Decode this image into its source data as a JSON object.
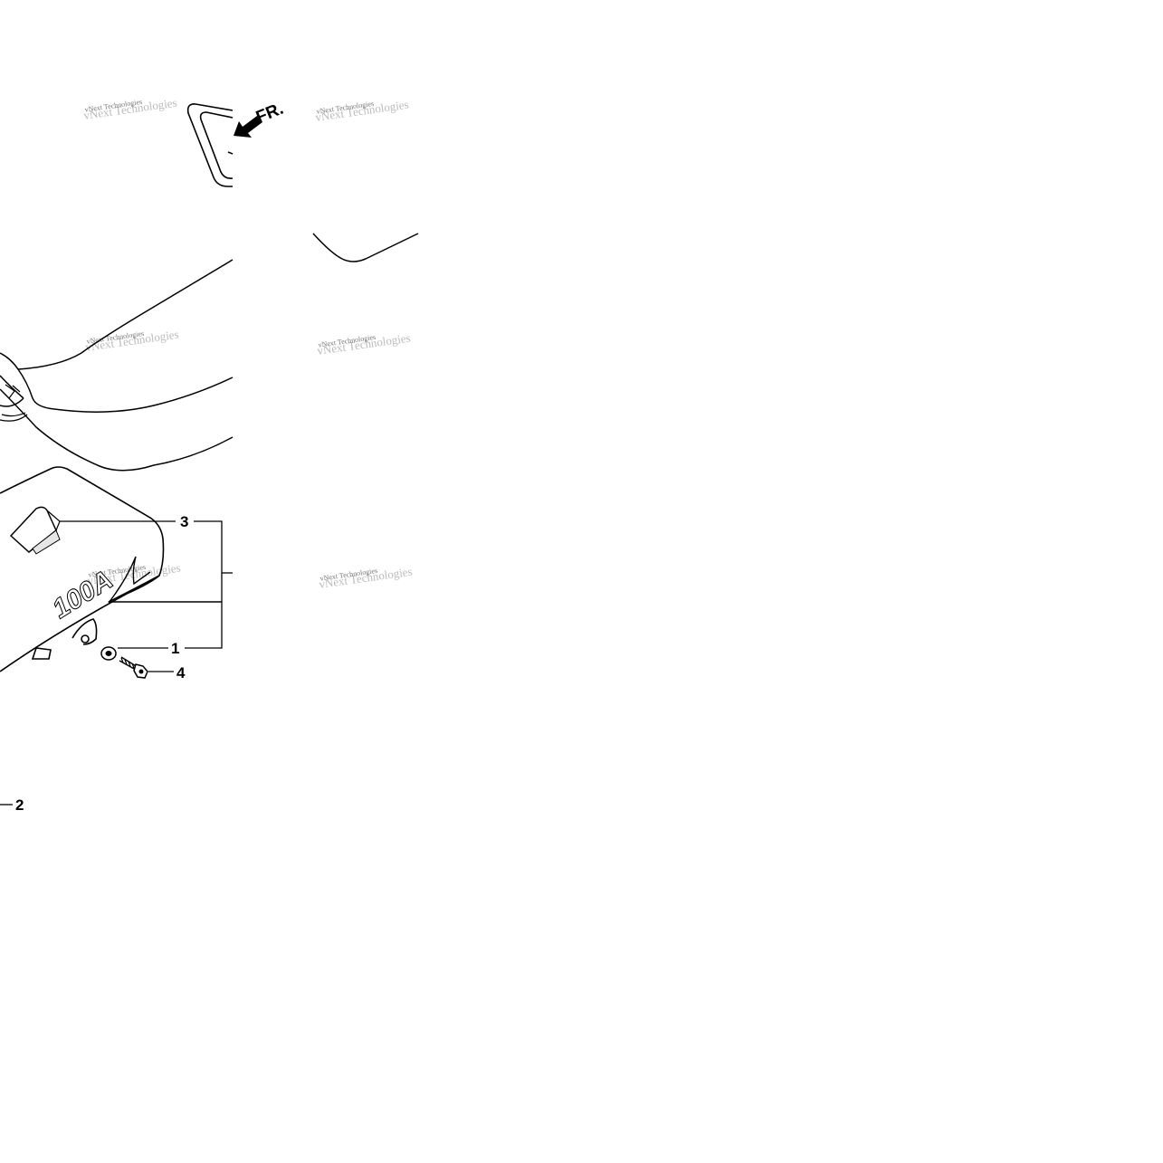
{
  "diagram": {
    "callouts": [
      {
        "id": "1",
        "label": "1"
      },
      {
        "id": "2",
        "label": "2"
      },
      {
        "id": "3",
        "label": "3"
      },
      {
        "id": "4",
        "label": "4"
      }
    ],
    "front_arrow_label": "FR.",
    "seat_emblem_text": "100A",
    "watermark_text": "vNext Technologies"
  }
}
